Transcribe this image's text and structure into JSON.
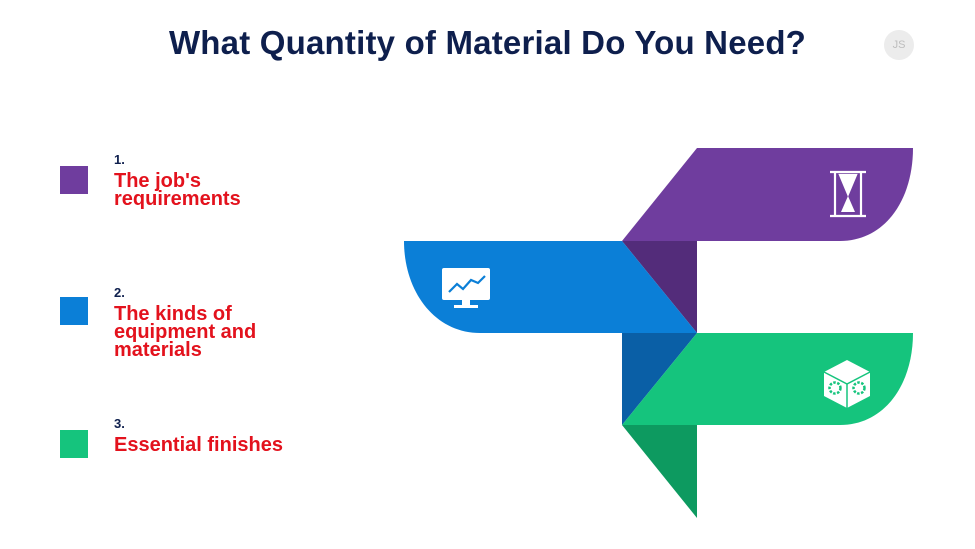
{
  "title": "What Quantity of Material Do You Need?",
  "badge": "JS",
  "colors": {
    "title": "#0e1f4d",
    "label": "#e3121d",
    "purple": "#6f3d9e",
    "purple_dark": "#532c7a",
    "blue": "#0b7fd7",
    "blue_dark": "#0a5fa6",
    "green": "#15c47d",
    "green_dark": "#0d9a60"
  },
  "items": [
    {
      "number": "1.",
      "label": "The job's requirements",
      "color": "#6f3d9e",
      "icon": "hourglass-icon"
    },
    {
      "number": "2.",
      "label": "The kinds of equipment and materials",
      "color": "#0b7fd7",
      "icon": "monitor-chart-icon"
    },
    {
      "number": "3.",
      "label": "Essential finishes",
      "color": "#15c47d",
      "icon": "gear-box-icon"
    }
  ]
}
